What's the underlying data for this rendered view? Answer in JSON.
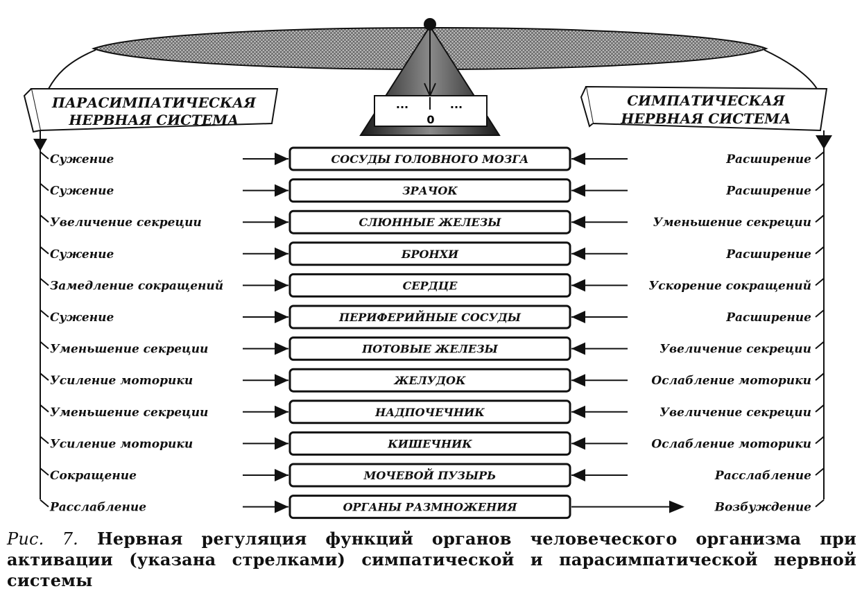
{
  "systems": {
    "left_title_line1": "ПАРАСИМПАТИЧЕСКАЯ",
    "left_title_line2": "НЕРВНАЯ СИСТЕМА",
    "right_title_line1": "СИМПАТИЧЕСКАЯ",
    "right_title_line2": "НЕРВНАЯ СИСТЕМА"
  },
  "scale": {
    "left_dots": "...",
    "right_dots": "...",
    "zero": "0"
  },
  "rows": [
    {
      "left": "Сужение",
      "organ": "СОСУДЫ ГОЛОВНОГО МОЗГА",
      "right": "Расширение",
      "right_dir": "in"
    },
    {
      "left": "Сужение",
      "organ": "ЗРАЧОК",
      "right": "Расширение",
      "right_dir": "in"
    },
    {
      "left": "Увеличение секреции",
      "organ": "СЛЮННЫЕ ЖЕЛЕЗЫ",
      "right": "Уменьшение секреции",
      "right_dir": "in"
    },
    {
      "left": "Сужение",
      "organ": "БРОНХИ",
      "right": "Расширение",
      "right_dir": "in"
    },
    {
      "left": "Замедление сокращений",
      "organ": "СЕРДЦЕ",
      "right": "Ускорение сокращений",
      "right_dir": "in"
    },
    {
      "left": "Сужение",
      "organ": "ПЕРИФЕРИЙНЫЕ СОСУДЫ",
      "right": "Расширение",
      "right_dir": "in"
    },
    {
      "left": "Уменьшение секреции",
      "organ": "ПОТОВЫЕ ЖЕЛЕЗЫ",
      "right": "Увеличение секреции",
      "right_dir": "in"
    },
    {
      "left": "Усиление моторики",
      "organ": "ЖЕЛУДОК",
      "right": "Ослабление моторики",
      "right_dir": "in"
    },
    {
      "left": "Уменьшение секреции",
      "organ": "НАДПОЧЕЧНИК",
      "right": "Увеличение секреции",
      "right_dir": "in"
    },
    {
      "left": "Усиление моторики",
      "organ": "КИШЕЧНИК",
      "right": "Ослабление моторики",
      "right_dir": "in"
    },
    {
      "left": "Сокращение",
      "organ": "МОЧЕВОЙ ПУЗЫРЬ",
      "right": "Расслабление",
      "right_dir": "in"
    },
    {
      "left": "Расслабление",
      "organ": "ОРГАНЫ РАЗМНОЖЕНИЯ",
      "right": "Возбуждение",
      "right_dir": "out"
    }
  ],
  "caption": {
    "figure_label": "Рис. 7.",
    "text": "Нервная регуляция функций органов человеческого организма при активации (указана стрелками) симпатической и парасимпатической нервной системы"
  }
}
